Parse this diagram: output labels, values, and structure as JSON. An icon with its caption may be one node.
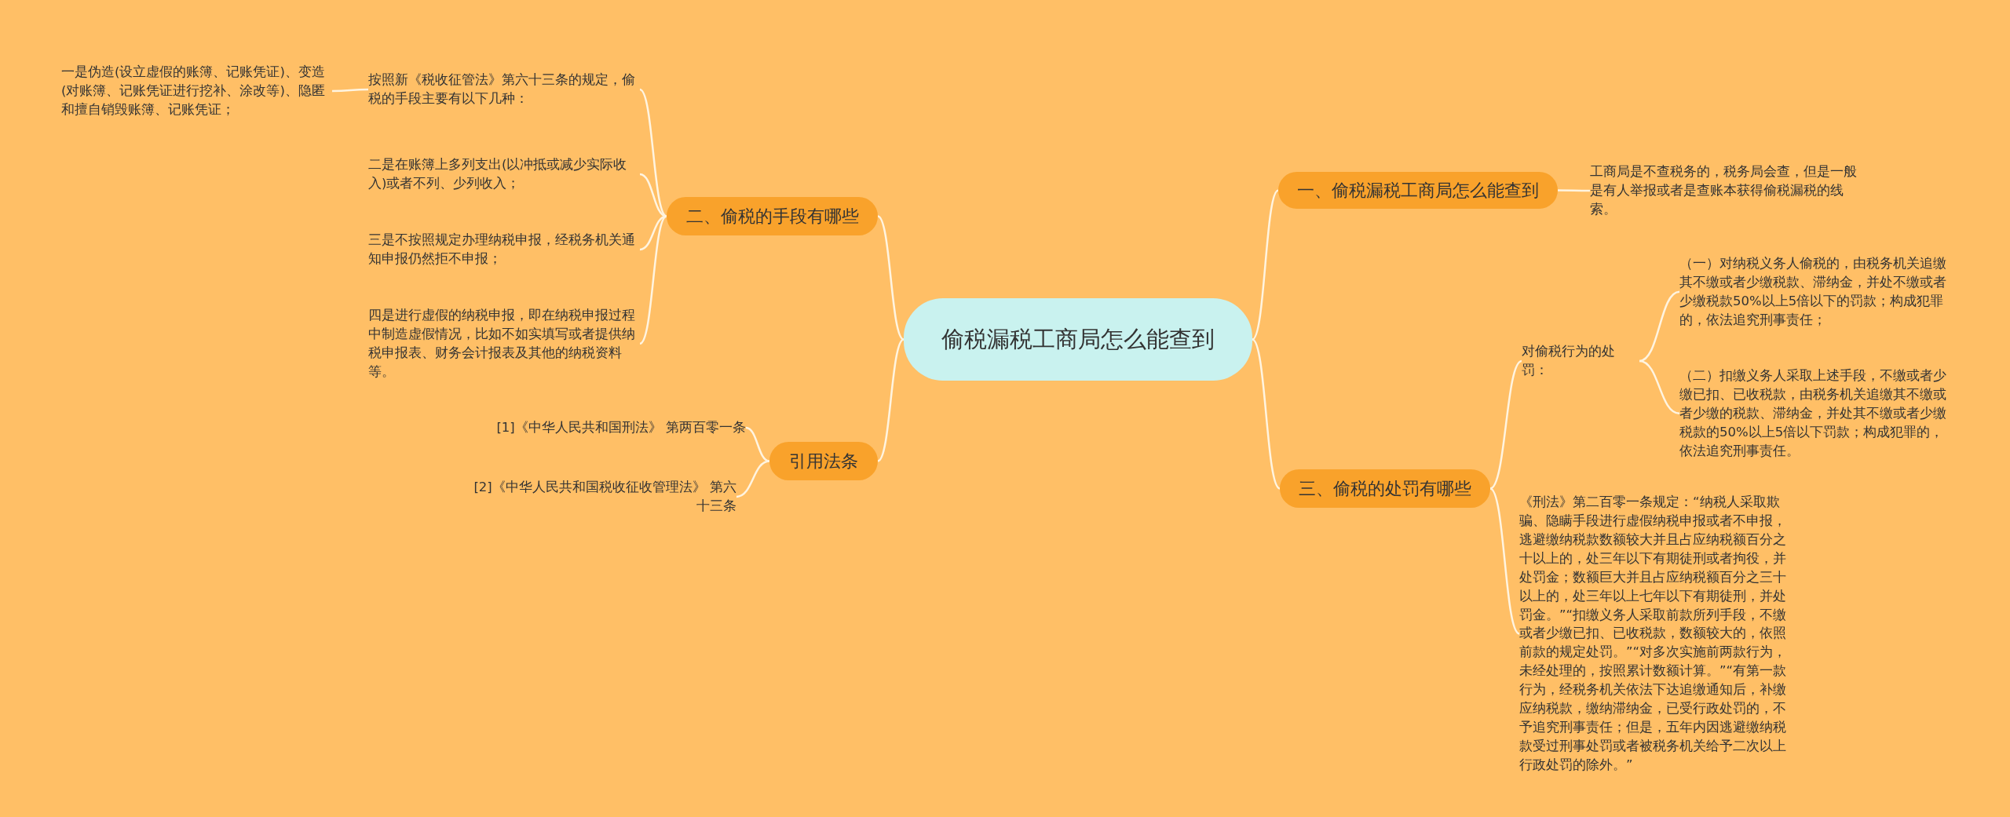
{
  "diagram": {
    "nodes": [
      {
        "text": [
          "偷税漏税工商局怎么能查到"
        ]
      },
      {
        "text": [
          "一、偷税漏税工商局怎么能查到"
        ]
      },
      {
        "text": [
          "工商局是不查税务的，税务局会查，但是一般是有人举报或者是查账本获得偷税漏税的线索。"
        ]
      },
      {
        "text": [
          "二、偷税的手段有哪些"
        ]
      },
      {
        "text": [
          "按照新《税收征管法》第六十三条的规定，偷税的手段主要有以下几种："
        ]
      },
      {
        "text": [
          "一是伪造(设立虚假的账簿、记账凭证)、变造(对账簿、记账凭证进行挖补、涂改等)、隐匿和擅自销毁账簿、记账凭证；"
        ]
      },
      {
        "text": [
          "二是在账簿上多列支出(以冲抵或减少实际收入)或者不列、少列收入；"
        ]
      },
      {
        "text": [
          "三是不按照规定办理纳税申报，经税务机关通知申报仍然拒不申报；"
        ]
      },
      {
        "text": [
          "四是进行虚假的纳税申报，即在纳税申报过程中制造虚假情况，比如不如实填写或者提供纳税申报表、财务会计报表及其他的纳税资料等。"
        ]
      },
      {
        "text": [
          "引用法条"
        ]
      },
      {
        "text": [
          "[1]《中华人民共和国刑法》 第两百零一条"
        ]
      },
      {
        "text": [
          "[2]《中华人民共和国税收征收管理法》 第六十三条"
        ]
      },
      {
        "text": [
          "三、偷税的处罚有哪些"
        ]
      },
      {
        "text": [
          "对偷税行为的处罚："
        ]
      },
      {
        "text": [
          "（一）对纳税义务人偷税的，由税务机关追缴其不缴或者少缴税款、滞纳金，并处不缴或者少缴税款50%以上5倍以下的罚款；构成犯罪的，依法追究刑事责任；"
        ]
      },
      {
        "text": [
          "（二）扣缴义务人采取上述手段，不缴或者少缴已扣、已收税款，由税务机关追缴其不缴或者少缴的税款、滞纳金，并处其不缴或者少缴税款的50%以上5倍以下罚款；构成犯罪的，依法追究刑事责任。"
        ]
      },
      {
        "text": [
          "《刑法》第二百零一条规定：“纳税人采取欺骗、隐瞒手段进行虚假纳税申报或者不申报，逃避缴纳税款数额较大并且占应纳税额百分之十以上的，处三年以下有期徒刑或者拘役，并处罚金；数额巨大并且占应纳税额百分之三十以上的，处三年以上七年以下有期徒刑，并处罚金。”“扣缴义务人采取前款所列手段，不缴或者少缴已扣、已收税款，数额较大的，依照前款的规定处罚。”“对多次实施前两款行为，未经处理的，按照累计数额计算。”“有第一款行为，经税务机关依法下达追缴通知后，补缴应纳税款，缴纳滞纳金，已受行政处罚的，不予追究刑事责任；但是，五年内因逃避缴纳税款受过刑事处罚或者被税务机关给予二次以上行政处罚的除外。”"
        ]
      }
    ],
    "edges": [
      {
        "from": 0,
        "to": 1,
        "arrow": "none"
      },
      {
        "from": 1,
        "to": 2,
        "arrow": "none"
      },
      {
        "from": 0,
        "to": 3,
        "arrow": "none"
      },
      {
        "from": 3,
        "to": 4,
        "arrow": "none"
      },
      {
        "from": 4,
        "to": 5,
        "arrow": "none"
      },
      {
        "from": 3,
        "to": 6,
        "arrow": "none"
      },
      {
        "from": 3,
        "to": 7,
        "arrow": "none"
      },
      {
        "from": 3,
        "to": 8,
        "arrow": "none"
      },
      {
        "from": 0,
        "to": 9,
        "arrow": "none"
      },
      {
        "from": 9,
        "to": 10,
        "arrow": "none"
      },
      {
        "from": 9,
        "to": 11,
        "arrow": "none"
      },
      {
        "from": 0,
        "to": 12,
        "arrow": "none"
      },
      {
        "from": 12,
        "to": 13,
        "arrow": "none"
      },
      {
        "from": 13,
        "to": 14,
        "arrow": "none"
      },
      {
        "from": 13,
        "to": 15,
        "arrow": "none"
      },
      {
        "from": 12,
        "to": 16,
        "arrow": "none"
      }
    ]
  }
}
